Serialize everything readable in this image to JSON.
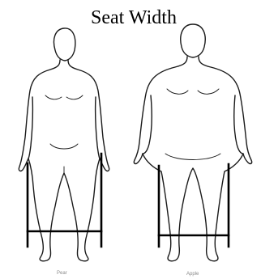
{
  "title": "Seat Width",
  "figures": [
    {
      "id": "pear",
      "caption": "Pear"
    },
    {
      "id": "apple",
      "caption": "Apple"
    }
  ],
  "colors": {
    "background": "#ffffff",
    "outline": "#1a1a1a",
    "measure": "#000000",
    "caption": "#8a8a8a"
  }
}
